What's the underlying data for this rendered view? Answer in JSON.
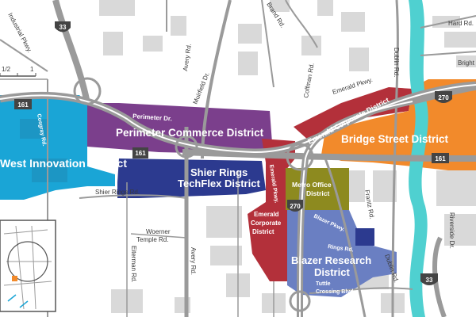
{
  "colors": {
    "west_innovation": "#1aa5d6",
    "perimeter": "#7b3f8c",
    "shier_rings": "#2c3a8f",
    "emerald": "#b3303a",
    "bridge_street": "#f28a2b",
    "metro_office": "#8d8a1f",
    "blazer": "#6a7fc2",
    "river": "#4fd0d0",
    "road": "#9a9a9a",
    "building": "#d9d9d9"
  },
  "districts": {
    "west_innovation": "West Innovation District",
    "perimeter": "Perimeter Commerce District",
    "shier_rings_1": "Shier Rings",
    "shier_rings_2": "TechFlex District",
    "emerald_north": "Emerald Corporate District",
    "emerald_south_1": "Emerald",
    "emerald_south_2": "Corporate",
    "emerald_south_3": "District",
    "bridge_street": "Bridge Street District",
    "metro_office_1": "Metro Office",
    "metro_office_2": "District",
    "blazer_1": "Blazer Research",
    "blazer_2": "District"
  },
  "roads": {
    "industrial_pkwy": "Industrial Pkwy.",
    "coffman": "Coffman Rd.",
    "brand": "Brand Rd.",
    "dublin_top": "Dublin Rd.",
    "hard": "Hard Rd.",
    "bright": "Bright",
    "avery_top": "Avery Rd.",
    "muirfield": "Muirfield Dr.",
    "perimeter_dr": "Perimeter Dr.",
    "emerald_pkwy_top": "Emerald Pkwy.",
    "cosgray": "Cosgray Rd.",
    "shier_rings_rd": "Shier Rings Rd.",
    "emerald_pkwy": "Emerald Pkwy.",
    "frantz": "Frantz Rd.",
    "blazer_pkwy": "Blazer Pkwy.",
    "rings": "Rings Rd.",
    "riverside": "Riverside Dr.",
    "woerner_temple": "Woerner Temple Rd.",
    "eiterman": "Eiterman Rd.",
    "avery_bottom": "Avery Rd.",
    "dublin_bottom": "Dublin Rd.",
    "tuttle": "Tuttle Crossing Blvd."
  },
  "shields": {
    "us33_top": "33",
    "sr161_left": "161",
    "sr161_mid": "161",
    "sr161_right": "161",
    "i270_right": "270",
    "i270_mid": "270",
    "us33_bottom": "33"
  },
  "scale": {
    "left": "1/2",
    "right": "1"
  }
}
